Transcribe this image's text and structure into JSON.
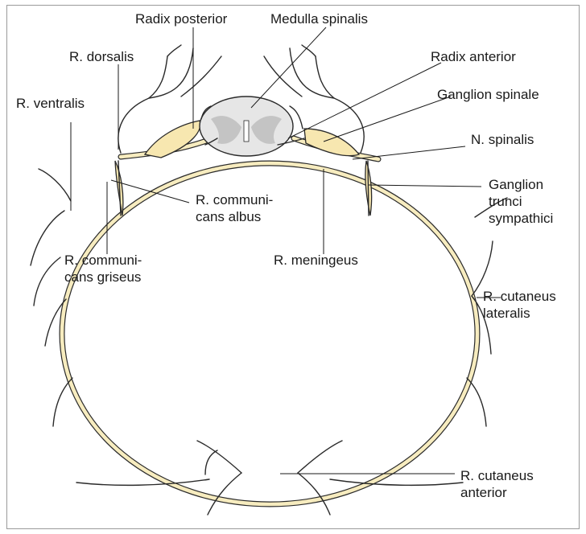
{
  "labels": {
    "radix_posterior": "Radix posterior",
    "medulla_spinalis": "Medulla spinalis",
    "r_dorsalis": "R. dorsalis",
    "radix_anterior": "Radix anterior",
    "r_ventralis": "R. ventralis",
    "ganglion_spinale": "Ganglion spinale",
    "n_spinalis": "N. spinalis",
    "ganglion_trunci": [
      "Ganglion",
      "trunci",
      "sympathici"
    ],
    "r_communicans_albus": [
      "R. communi-",
      "cans albus"
    ],
    "r_communicans_griseus": [
      "R. communi-",
      "cans griseus"
    ],
    "r_meningeus": "R. meningeus",
    "r_cutaneus_lateralis": [
      "R. cutaneus",
      "lateralis"
    ],
    "r_cutaneus_anterior": [
      "R. cutaneus",
      "anterior"
    ]
  },
  "colors": {
    "nerve_fill": "#f7ecbf",
    "ganglion_fill": "#f7e7b0",
    "cord_fill": "#e6e6e6",
    "grey_matter": "#c4c4c4",
    "outline": "#2a2a2a"
  }
}
